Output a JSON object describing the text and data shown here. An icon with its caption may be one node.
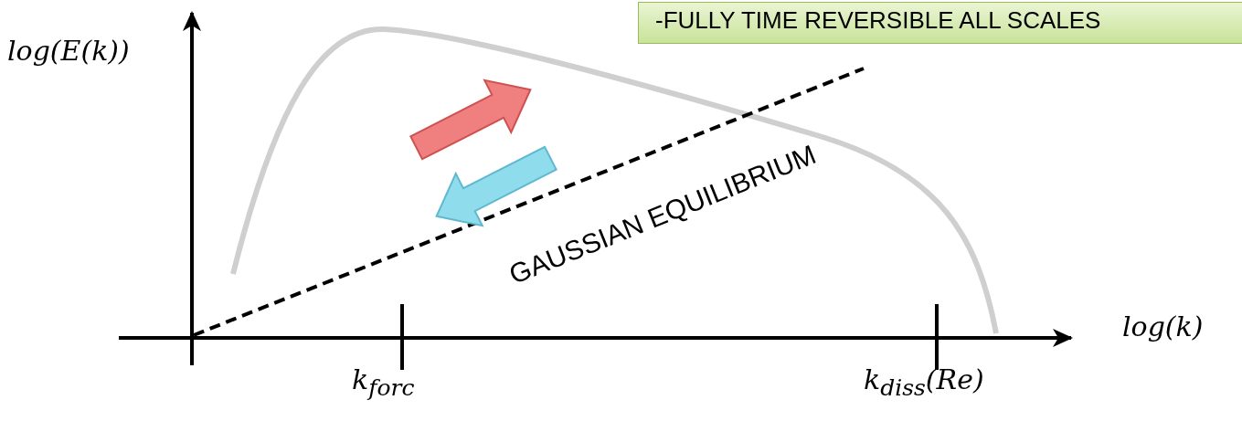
{
  "diagram": {
    "nodes": [
      {
        "text": [
          "-FULLY TIME REVERSIBLE ALL SCALES"
        ]
      }
    ],
    "edges": [],
    "labels": [
      "log(E(k))",
      "GAUSSIAN EQUILIBRIUM",
      "log(k)",
      "k$_{forc}$",
      "k$_{diss}$(Re)"
    ]
  }
}
